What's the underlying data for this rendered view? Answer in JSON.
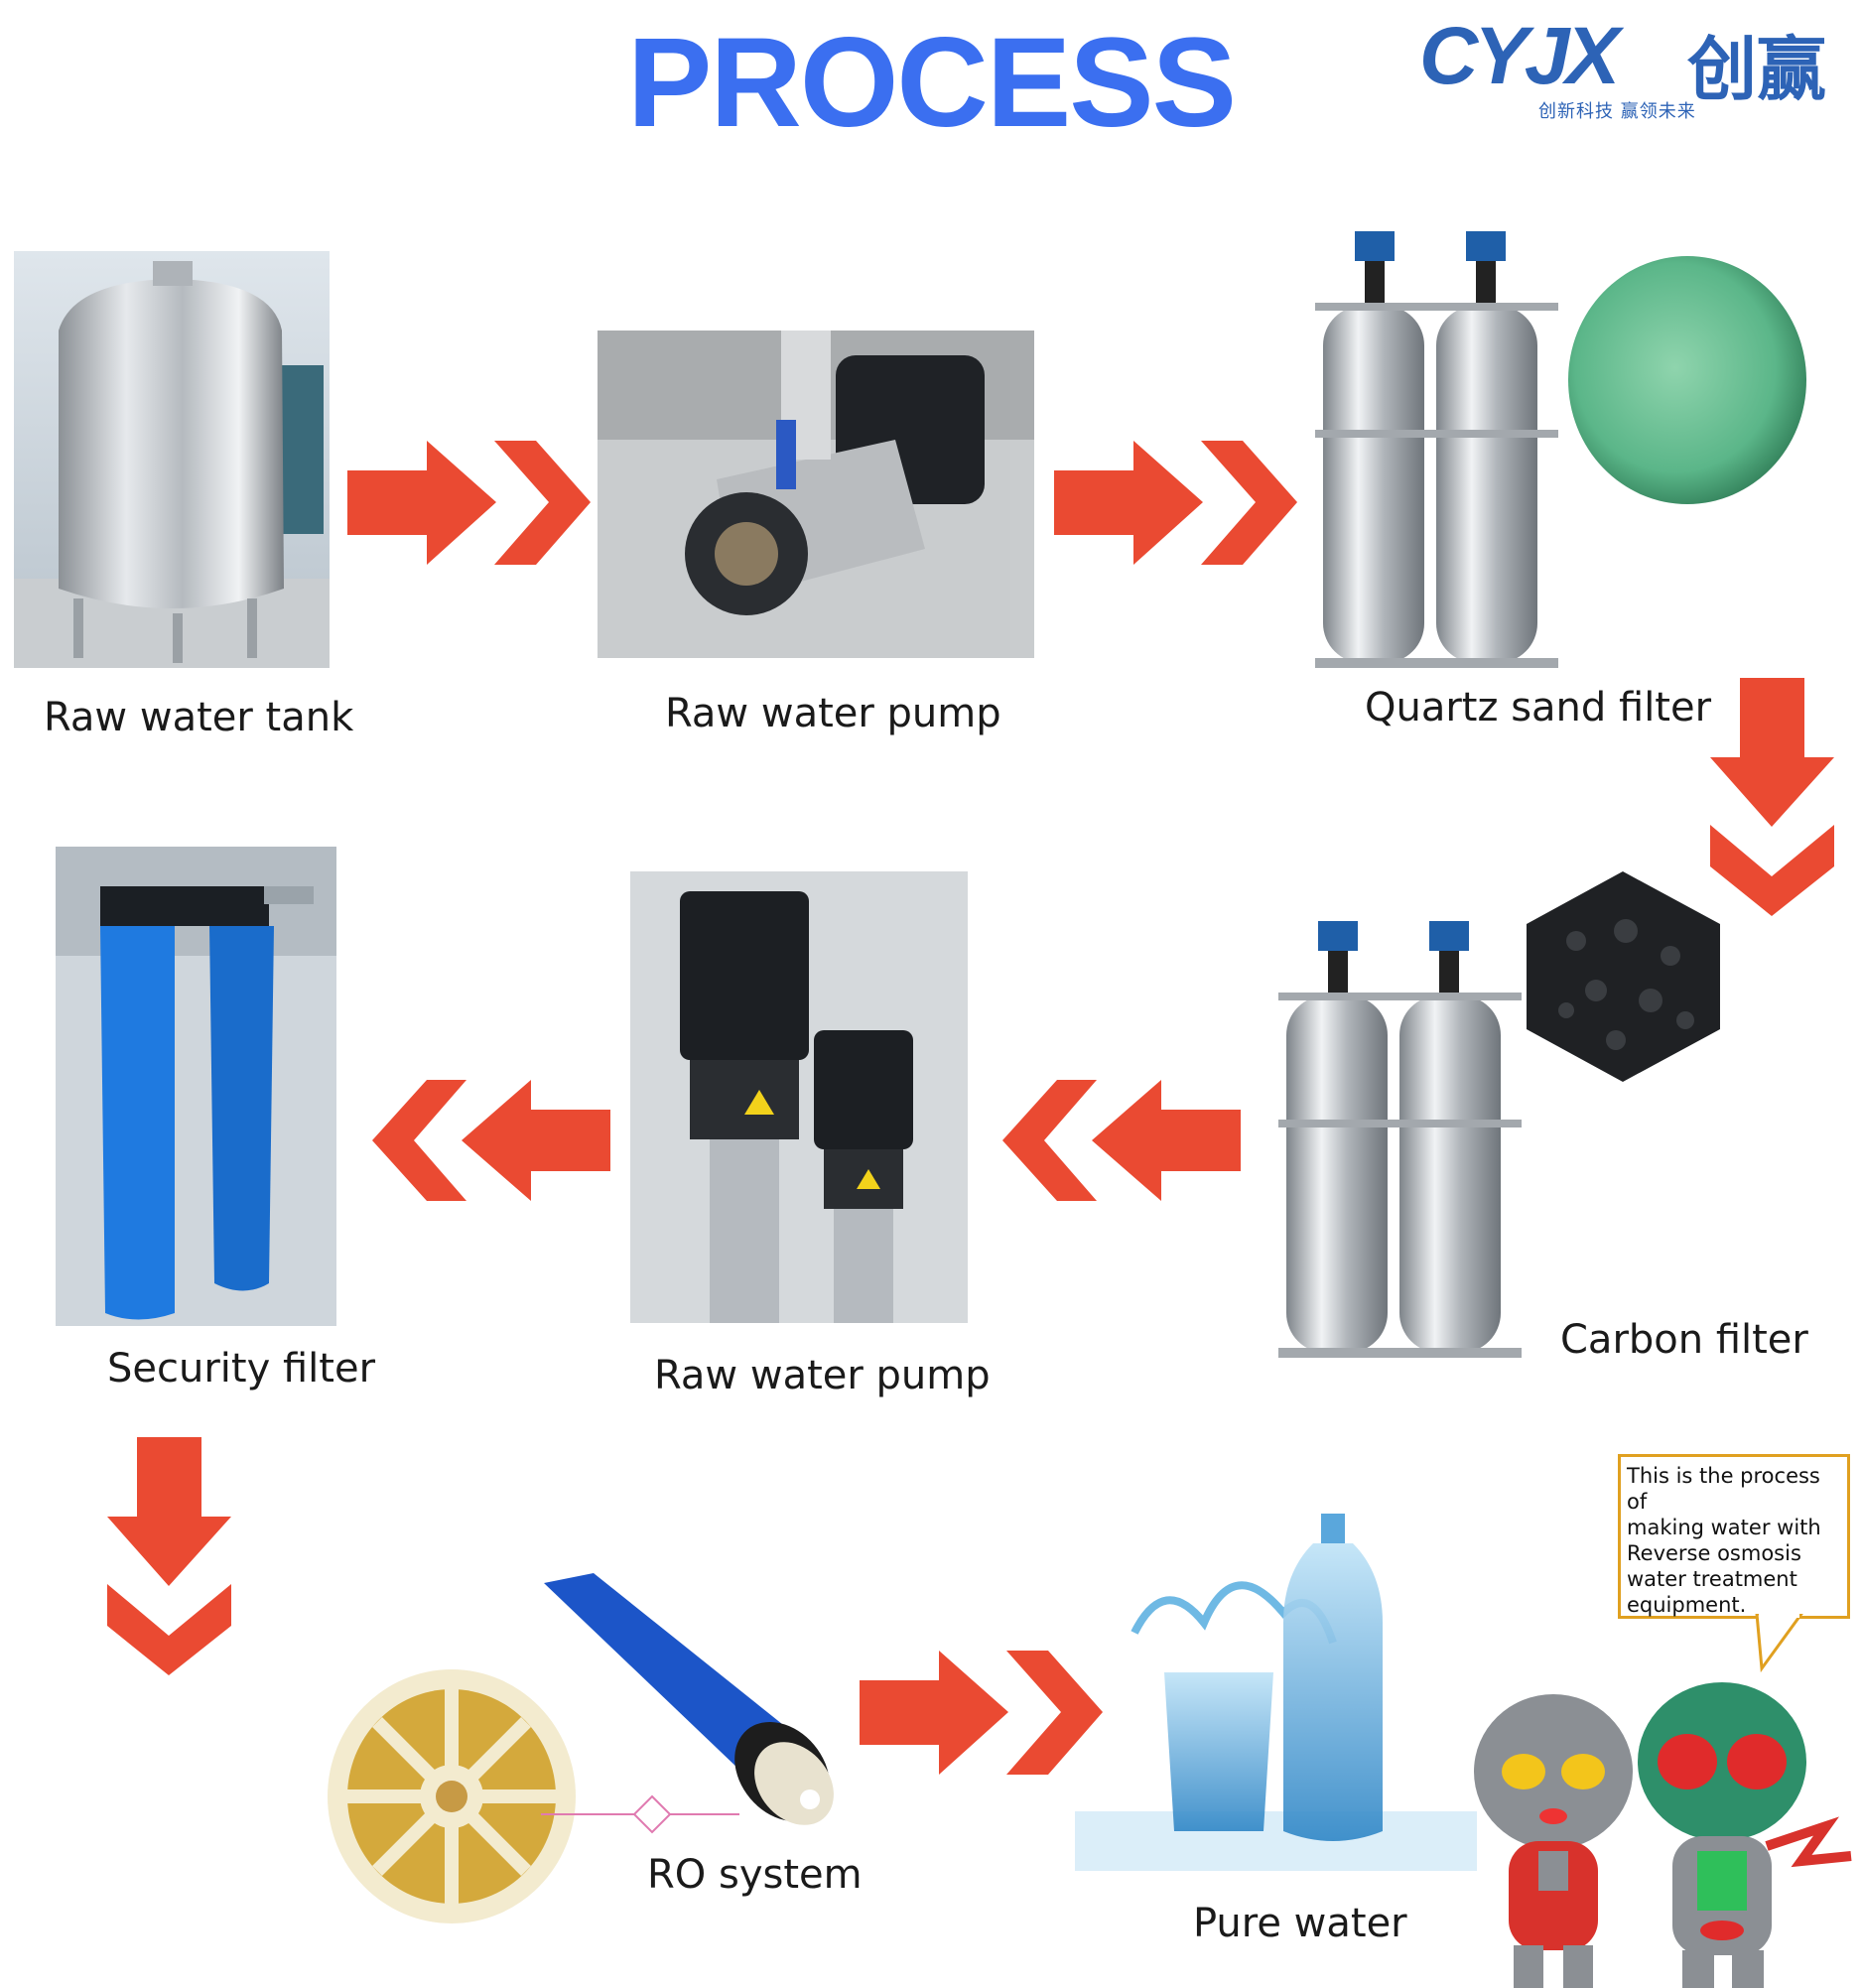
{
  "header": {
    "title": "PROCESS",
    "logo_text": "CYJX",
    "logo_cn": "创赢",
    "logo_tagline": "创新科技   赢领未来"
  },
  "steps": [
    {
      "label": "Raw water tank"
    },
    {
      "label": "Raw water pump"
    },
    {
      "label": "Quartz sand filter"
    },
    {
      "label": "Carbon filter"
    },
    {
      "label": "Raw water pump"
    },
    {
      "label": "Security filter"
    },
    {
      "label": "RO system"
    },
    {
      "label": "Pure water"
    }
  ],
  "note": {
    "lines": [
      "This is the process of",
      "making water with",
      "Reverse osmosis",
      "water treatment",
      "equipment."
    ]
  },
  "colors": {
    "title": "#3b6ff0",
    "arrow": "#ea4a32",
    "logo": "#2d63b6",
    "note_border": "#e0a020"
  }
}
